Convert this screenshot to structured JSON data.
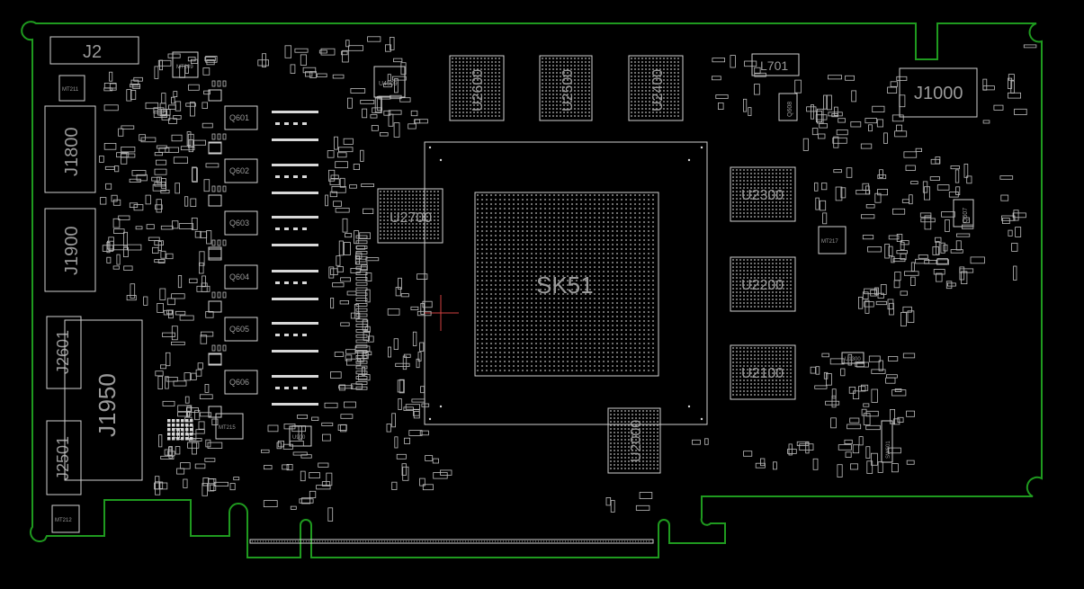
{
  "board": {
    "connectors": {
      "j2": "J2",
      "j1800": "J1800",
      "j1900": "J1900",
      "j1950": "J1950",
      "j2601": "J2601",
      "j2501": "J2501",
      "j1000": "J1000",
      "l701": "L701"
    },
    "memory": {
      "u2600": "U2600",
      "u2500": "U2500",
      "u2400": "U2400",
      "u2700": "U2700",
      "u2300": "U2300",
      "u2200": "U2200",
      "u2100": "U2100",
      "u2000": "U2000"
    },
    "gpu_label": "SK51",
    "mosfets": [
      "Q601",
      "Q602",
      "Q603",
      "Q604",
      "Q605",
      "Q606"
    ],
    "mounts": {
      "mt209": "MT209",
      "mt211": "MT211",
      "mt212": "MT212",
      "mt215": "MT215",
      "mt217": "MT217"
    },
    "small_ics": {
      "u4509": "U4509",
      "u900": "U900",
      "q608": "Q608",
      "q607": "Q607",
      "u1300": "U1300",
      "sw601": "SW601"
    },
    "colors": {
      "outline": "#1f9a1f",
      "silkscreen": "#cfcfcf",
      "label": "#9a9a9a",
      "background": "#000000",
      "cursor": "#d04040"
    }
  }
}
